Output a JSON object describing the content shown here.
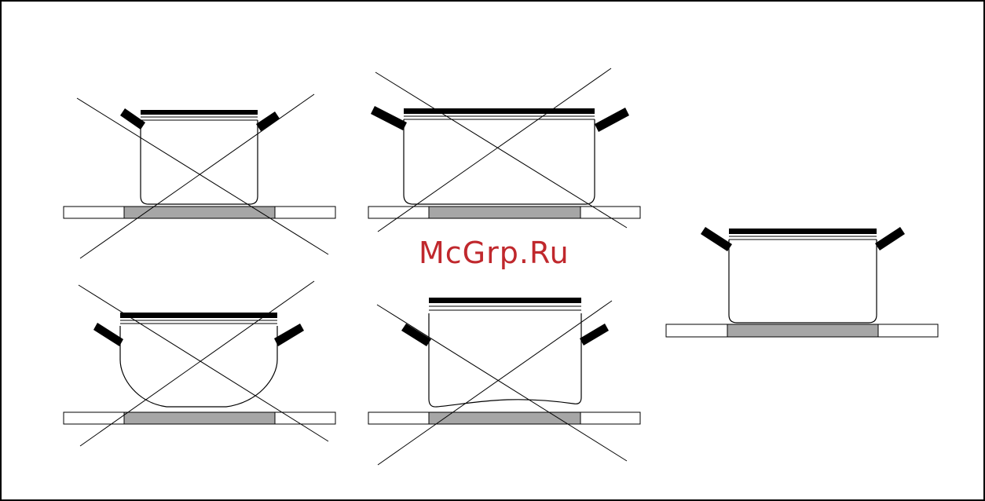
{
  "watermark": {
    "text": "McGrp.Ru",
    "color": "#c0282d"
  },
  "colors": {
    "ink": "#000000",
    "hob_zone": "#a6a6a6",
    "background": "#ffffff"
  },
  "panels": [
    {
      "id": "too-small-hob-zone",
      "verdict": "incorrect"
    },
    {
      "id": "pan-larger-than-zone",
      "verdict": "incorrect"
    },
    {
      "id": "convex-rounded-base",
      "verdict": "incorrect"
    },
    {
      "id": "concave-warped-base",
      "verdict": "incorrect"
    },
    {
      "id": "matched-flat-base",
      "verdict": "correct"
    }
  ]
}
